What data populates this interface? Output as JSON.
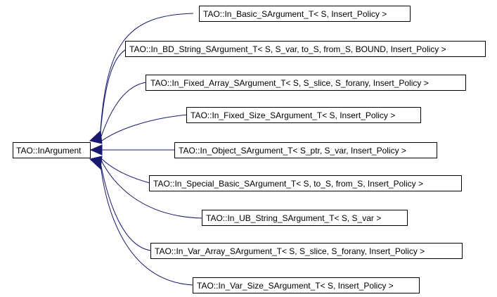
{
  "diagram": {
    "base_class": "TAO::InArgument",
    "derived_classes": [
      "TAO::In_Basic_SArgument_T< S, Insert_Policy >",
      "TAO::In_BD_String_SArgument_T< S, S_var, to_S, from_S, BOUND, Insert_Policy >",
      "TAO::In_Fixed_Array_SArgument_T< S, S_slice, S_forany, Insert_Policy >",
      "TAO::In_Fixed_Size_SArgument_T< S, Insert_Policy >",
      "TAO::In_Object_SArgument_T< S_ptr, S_var, Insert_Policy >",
      "TAO::In_Special_Basic_SArgument_T< S, to_S, from_S, Insert_Policy >",
      "TAO::In_UB_String_SArgument_T< S, S_var >",
      "TAO::In_Var_Array_SArgument_T< S, S_slice, S_forany, Insert_Policy >",
      "TAO::In_Var_Size_SArgument_T< S, Insert_Policy >"
    ],
    "colors": {
      "edge": "#191970",
      "box_border": "#000000",
      "background": "#ffffff"
    }
  }
}
